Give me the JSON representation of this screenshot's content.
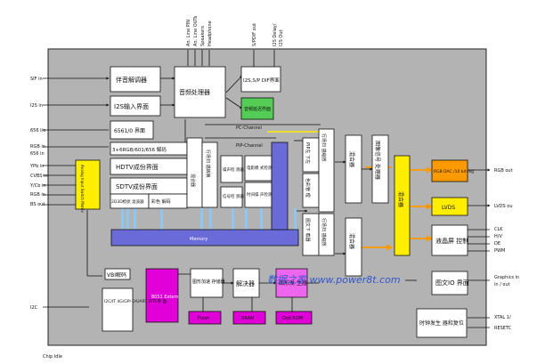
{
  "top_labels": [
    "An. Line PIN",
    "An. Line OUTs",
    "Speakers",
    "Headphone",
    "S/PDIF out",
    "I2S Delay/",
    "I2S Out"
  ],
  "left_labels": [
    "SIF in",
    "I2S in",
    "656 I/o",
    "RGB in",
    "656 in",
    "YPb in",
    "CVBS in",
    "Y/Cb in",
    "RGB in",
    "BS out",
    "I2C"
  ],
  "right_labels": [
    "RGB out",
    "LVDS ou",
    "CLK",
    "H/V",
    "DE",
    "PWM",
    "Graphics in",
    "in / out",
    "XTAL 1/",
    "RESETC"
  ],
  "blocks": {
    "audio_demod": "伴音解调器",
    "i2s_input": "I2S输入界面",
    "audio_proc": "音频处理器",
    "i2s_spdif": "I2S,S/P DIF界面",
    "audio_delay": "音频延迟界面",
    "if_6561": "6561/0 界面",
    "rgb_601": "3+6RGB/601/656 解码",
    "hdtv": "HDTV成份界面",
    "sdtv": "SDTV成份界面",
    "comb2d3d": "2D3D梳状 滤波器",
    "color_dec": "彩色 解码",
    "mixer1": "混合器",
    "deinterlace": "行场扫 描转换",
    "motion_det": "噪声检 测器",
    "signal_det": "信号检 测器",
    "film_mode": "电影模 式检测",
    "time_det": "时间噪 声检测",
    "pip_left": "PIP左 下左",
    "scaler_a": "行场扫 描缩放",
    "color_mgmt": "色彩管 理",
    "scaler_b": "行场扫 描缩放",
    "text_doc": "图文下 载器",
    "scaler_c": "行场扫 描缩放",
    "mixer_top": "混合器",
    "mixer_mid": "混合器",
    "image_enh": "图像信号 处理器",
    "mixer_right": "混合器",
    "rgb_dac": "RGB DAC /10 bit dig",
    "lvds": "LVDS",
    "lcd_ctrl": "液晶屏 控制",
    "osd_if": "图文IO 界面",
    "clock_gen": "时钟发生 器和复位",
    "vbi": "VBI解码",
    "i2c_if": "I2C/IT 4G/GPI O/UART /RTC界 面",
    "cpu": "8051 Extern",
    "graphics_acc": "图形加速 存储器",
    "decoder": "解决器",
    "osd_gen": "图形发 生器",
    "flash": "Flash",
    "xram": "XRAM",
    "osd_rom": "Osd ROM",
    "analog_switch": "Analog Input Switch Matrix",
    "memory": "Memory",
    "pc_channel": "PC-Channel",
    "pip_channel": "PIP-Channel"
  },
  "watermark": "数据之家 www.power8t.com",
  "footnote": "Chip Idle",
  "colors": {
    "chip_bg": "#b3b3b3",
    "block_white": "#ffffff",
    "yellow": "#ffee00",
    "orange": "#ff9900",
    "blue": "#6a6ad8",
    "light_blue": "#8ec8f0",
    "magenta": "#e000d8",
    "pink": "#ee66ee",
    "green": "#55cc55",
    "dark": "#111111"
  }
}
